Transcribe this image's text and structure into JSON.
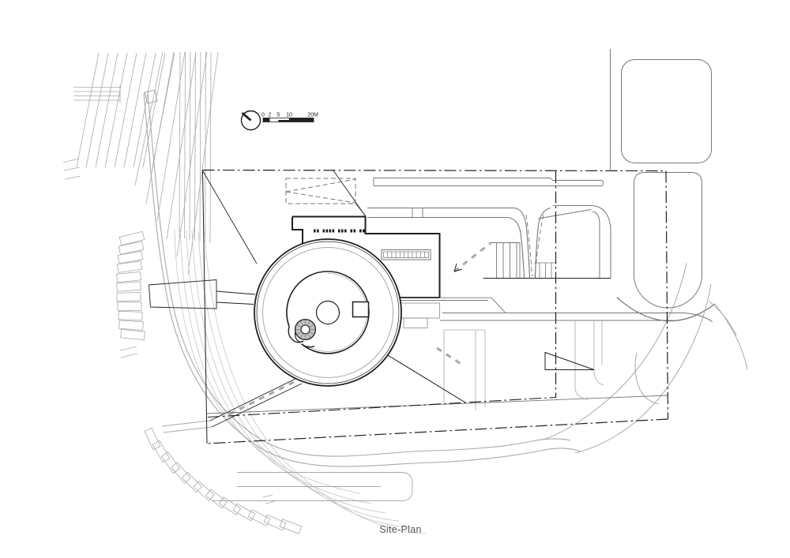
{
  "drawing": {
    "title": "Site-Plan",
    "scale_bar": {
      "labels": [
        "0",
        "2",
        "5",
        "10",
        "20M"
      ]
    },
    "icons": {
      "north_arrow": "north-arrow-circle-with-needle"
    },
    "colors": {
      "background": "#ffffff",
      "line_dark": "#1f1f1f",
      "line_medium": "#767676",
      "line_light": "#a9a9a9",
      "line_xlight": "#c6c6c6",
      "text": "#595959"
    }
  }
}
